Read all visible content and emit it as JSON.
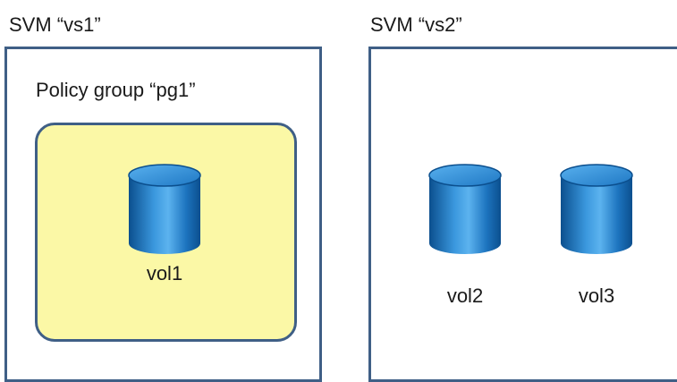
{
  "svms": [
    {
      "label": "SVM “vs1”",
      "policy_group": {
        "label": "Policy group “pg1”"
      },
      "volumes": [
        {
          "label": "vol1"
        }
      ]
    },
    {
      "label": "SVM “vs2”",
      "volumes": [
        {
          "label": "vol2"
        },
        {
          "label": "vol3"
        }
      ]
    }
  ],
  "colors": {
    "border": "#3f5f86",
    "policy_fill": "#fbf8a6",
    "volume_dark": "#0d5fa3",
    "volume_light": "#4fa8e8",
    "volume_top": "#3d9be0"
  },
  "icons": [
    "volume-cylinder-icon"
  ]
}
